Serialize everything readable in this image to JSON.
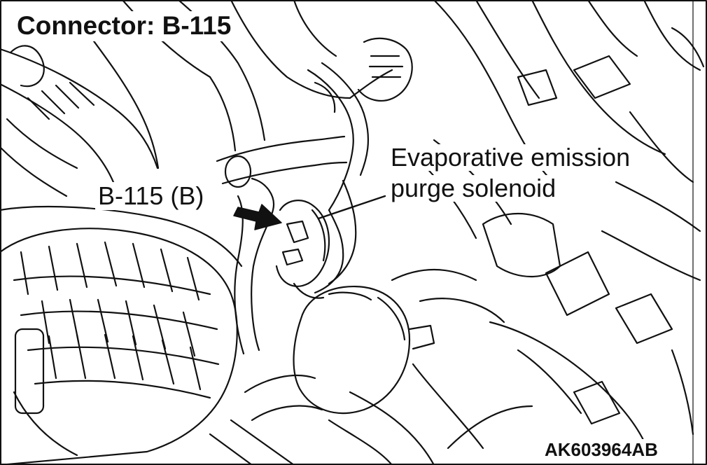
{
  "title": "Connector: B-115",
  "callouts": {
    "connector": "B-115 (B)",
    "component_line1": "Evaporative emission",
    "component_line2": "purge solenoid"
  },
  "figure_code": "AK603964AB"
}
